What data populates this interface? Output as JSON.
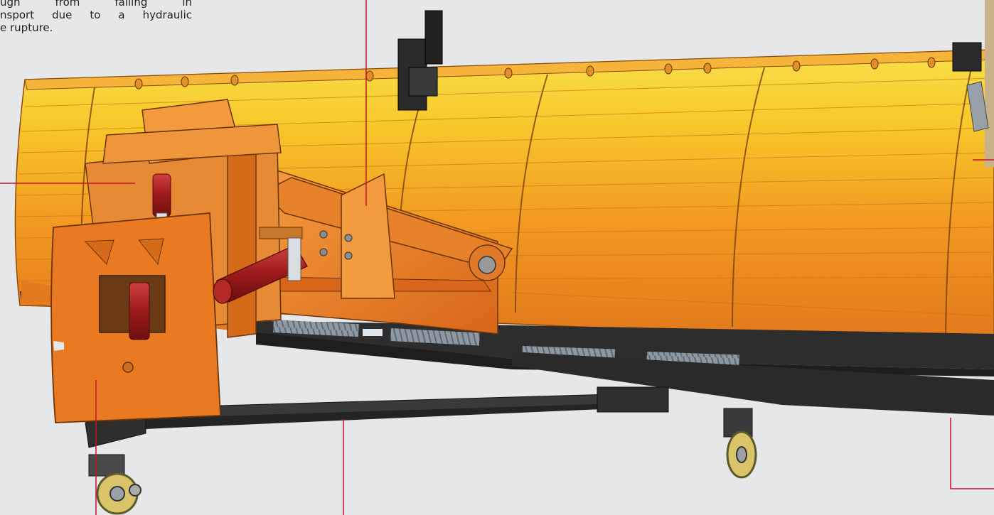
{
  "caption": {
    "lines": [
      "ugh from falling in",
      "nsport due to a hydraulic",
      "e rupture."
    ]
  },
  "colors": {
    "background": "#e6e7e9",
    "callout_line": "#c8102e",
    "blade_orange": "#f07d1b",
    "blade_yellow": "#f7d21e",
    "frame_orange": "#ea7a22",
    "cylinder_red": "#a81e1e",
    "steel_dark": "#2d2d2d",
    "spring_grey": "#9aa3ad",
    "wheel_yellow": "#d9c46a"
  },
  "icons": {
    "wheel": "caster-wheel-icon",
    "cylinder": "hydraulic-cylinder-icon"
  }
}
